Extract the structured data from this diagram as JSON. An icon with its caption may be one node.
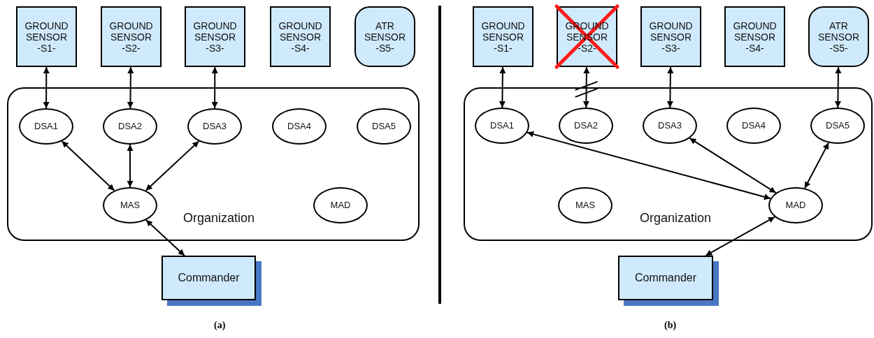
{
  "diagram": {
    "nodes": [
      {
        "text": [
          "GROUND SENSOR -S1-"
        ]
      },
      {
        "text": [
          "GROUND SENSOR -S2-"
        ]
      },
      {
        "text": [
          "GROUND SENSOR -S3-"
        ]
      },
      {
        "text": [
          "GROUND SENSOR -S4-"
        ]
      },
      {
        "text": [
          "ATR SENSOR -S5-"
        ]
      },
      {
        "text": [
          "Organization"
        ]
      },
      {
        "text": [
          "DSA1"
        ],
        "in": 5
      },
      {
        "text": [
          "DSA2"
        ],
        "in": 5
      },
      {
        "text": [
          "DSA3"
        ],
        "in": 5
      },
      {
        "text": [
          "DSA4"
        ],
        "in": 5
      },
      {
        "text": [
          "DSA5"
        ],
        "in": 5
      },
      {
        "text": [
          "MAS"
        ],
        "in": 5
      },
      {
        "text": [
          "MAD"
        ],
        "in": 5
      },
      {
        "text": [
          "Commander"
        ]
      },
      {
        "text": [
          "GROUND SENSOR -S1-"
        ]
      },
      {
        "text": [
          "GROUND SENSOR -S2-"
        ]
      },
      {
        "text": [
          "GROUND SENSOR -S3-"
        ]
      },
      {
        "text": [
          "GROUND SENSOR -S4-"
        ]
      },
      {
        "text": [
          "ATR SENSOR -S5-"
        ]
      },
      {
        "text": [
          "Organization"
        ]
      },
      {
        "text": [
          "DSA1"
        ],
        "in": 19
      },
      {
        "text": [
          "DSA2"
        ],
        "in": 19
      },
      {
        "text": [
          "DSA3"
        ],
        "in": 19
      },
      {
        "text": [
          "DSA4"
        ],
        "in": 19
      },
      {
        "text": [
          "DSA5"
        ],
        "in": 19
      },
      {
        "text": [
          "MAS"
        ],
        "in": 19
      },
      {
        "text": [
          "MAD"
        ],
        "in": 19
      },
      {
        "text": [
          "Commander"
        ]
      }
    ],
    "edges": [
      {
        "from": 0,
        "to": 6,
        "arrow": "both"
      },
      {
        "from": 1,
        "to": 7,
        "arrow": "both"
      },
      {
        "from": 2,
        "to": 8,
        "arrow": "both"
      },
      {
        "from": 6,
        "to": 11,
        "arrow": "both"
      },
      {
        "from": 7,
        "to": 11,
        "arrow": "both"
      },
      {
        "from": 8,
        "to": 11,
        "arrow": "both"
      },
      {
        "from": 11,
        "to": 13,
        "arrow": "both"
      },
      {
        "from": 14,
        "to": 20,
        "arrow": "both"
      },
      {
        "from": 15,
        "to": 21,
        "arrow": "both"
      },
      {
        "from": 16,
        "to": 22,
        "arrow": "both"
      },
      {
        "from": 18,
        "to": 24,
        "arrow": "both"
      },
      {
        "from": 20,
        "to": 26,
        "arrow": "both"
      },
      {
        "from": 22,
        "to": 26,
        "arrow": "both"
      },
      {
        "from": 24,
        "to": 26,
        "arrow": "both"
      },
      {
        "from": 26,
        "to": 27,
        "arrow": "both"
      }
    ],
    "labels": [
      "(a)",
      "(b)"
    ]
  }
}
